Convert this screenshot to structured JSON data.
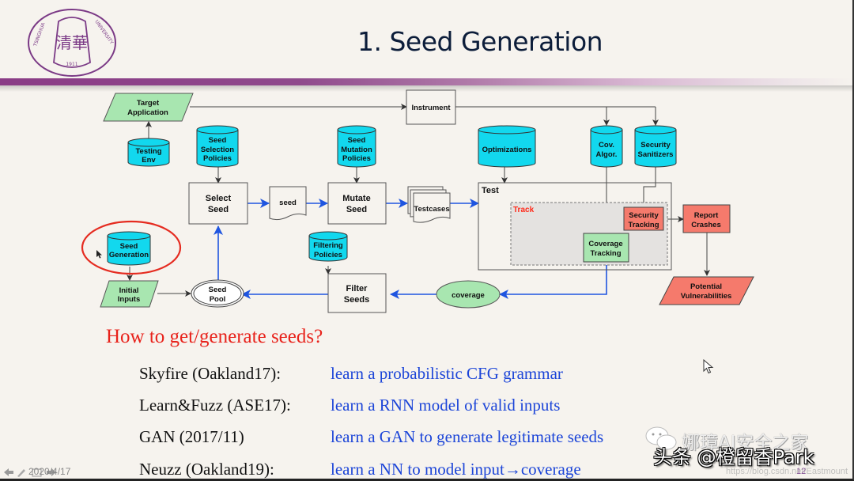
{
  "slide": {
    "title": "1. Seed Generation",
    "logo": {
      "icon": "tsinghua-university-seal-icon",
      "text_arc": "TSINGHUA UNIVERSITY",
      "chars": "清華",
      "year": "1911"
    },
    "accent_color": "#8a3c86",
    "page_number": "12",
    "footer_date": "2020/4/17"
  },
  "diagram": {
    "nodes": {
      "target_application": "Target Application",
      "instrument": "Instrument",
      "testing_env": "Testing Env",
      "seed_selection_policies": "Seed Selection Policies",
      "seed_mutation_policies": "Seed Mutation Policies",
      "optimizations": "Optimizations",
      "cov_algor": "Cov. Algor.",
      "security_sanitizers": "Security Sanitizers",
      "select_seed": "Select Seed",
      "seed": "seed",
      "mutate_seed": "Mutate Seed",
      "testcases": "Testcases",
      "test": "Test",
      "track": "Track",
      "security_tracking": "Security Tracking",
      "report_crashes": "Report Crashes",
      "coverage_tracking": "Coverage Tracking",
      "potential_vulnerabilities": "Potential Vulnerabilities",
      "seed_generation": "Seed Generation",
      "initial_inputs": "Initial Inputs",
      "seed_pool": "Seed Pool",
      "filtering_policies": "Filtering Policies",
      "filter_seeds": "Filter Seeds",
      "coverage": "coverage"
    },
    "colors": {
      "database": "#12d8ee",
      "green_node": "#a8e6b0",
      "red_node": "#f57a6c",
      "flow_arrow": "#1f55e0",
      "highlight_circle": "#e52b20",
      "track_label": "#ff2a1a"
    }
  },
  "content": {
    "question": "How to get/generate seeds?",
    "items": [
      {
        "key": "Skyfire (Oakland17):",
        "value": "learn a probabilistic CFG grammar"
      },
      {
        "key": "Learn&Fuzz (ASE17):",
        "value": "learn a RNN model of valid inputs"
      },
      {
        "key": "GAN (2017/11)",
        "value": "learn a GAN to generate legitimate seeds"
      },
      {
        "key": "Neuzz (Oakland19):",
        "value": "learn a NN to model input→coverage"
      }
    ]
  },
  "watermarks": {
    "wechat_account": "娜璋AI安全之家",
    "toutiao": "头条 @橙留香Park",
    "url": "https://blog.csdn.net/Eastmount"
  }
}
